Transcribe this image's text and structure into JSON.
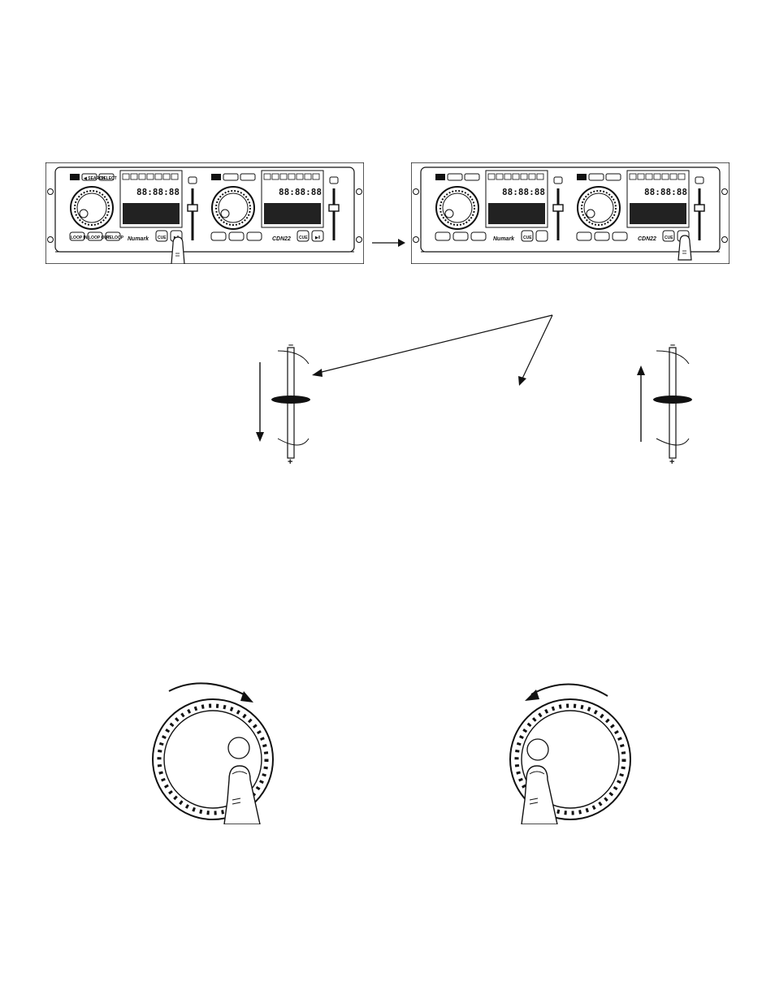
{
  "deck": {
    "brand": "Numark",
    "model": "CDN22",
    "buttons": {
      "cue": "CUE",
      "play_pause": "▶‖",
      "loop_in": "LOOP IN",
      "loop_out": "LOOP OUT",
      "reloop": "RELOOP",
      "search": "◀ SEARCH",
      "select": "SELECT"
    },
    "display_digits": "88:88:88"
  },
  "pitch_fader": {
    "minus_sign": "–",
    "plus_sign": "+"
  },
  "jog_wheel": {
    "direction_left": "clockwise",
    "direction_right": "counter-clockwise"
  },
  "colors": {
    "ink": "#111111",
    "background": "#ffffff"
  }
}
